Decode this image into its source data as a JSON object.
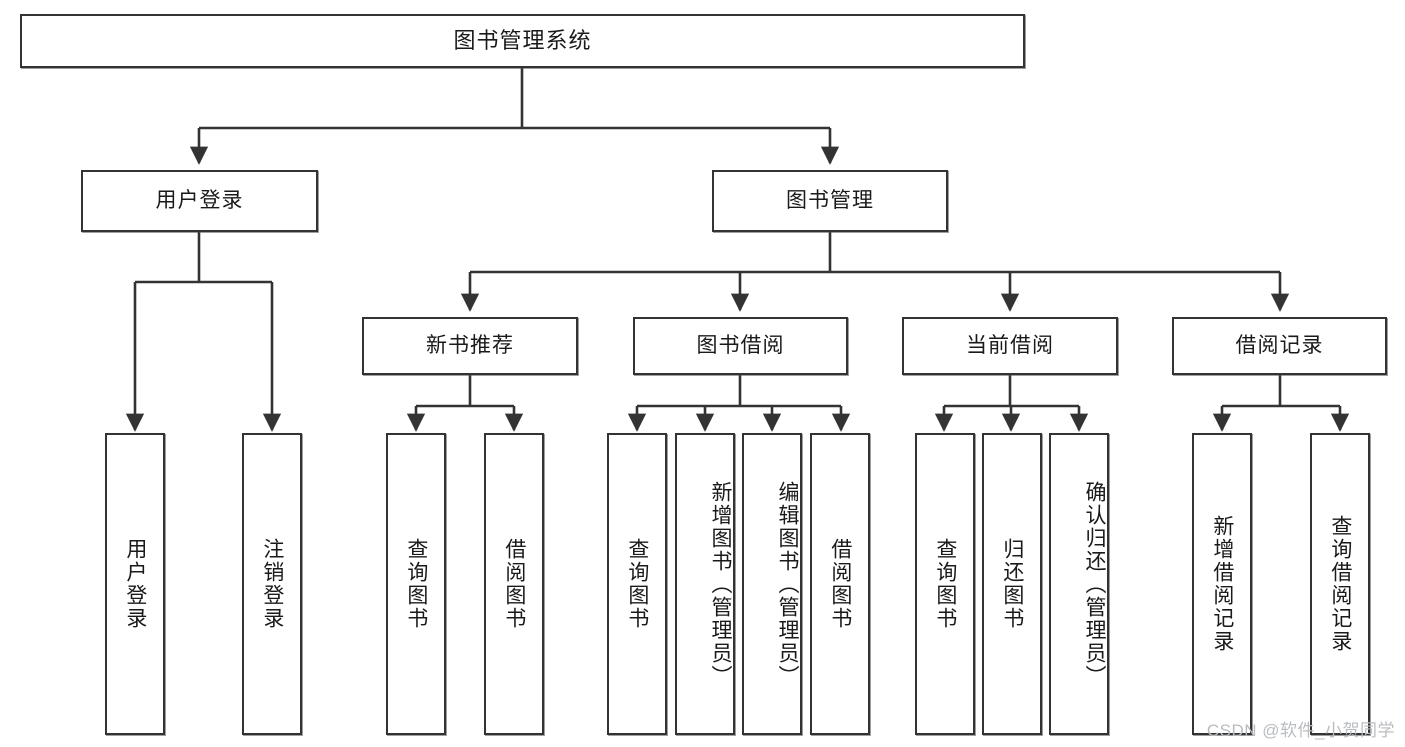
{
  "diagram": {
    "title": "图书管理系统",
    "type": "tree",
    "root": {
      "label": "图书管理系统"
    },
    "level2": [
      {
        "id": "user-login",
        "label": "用户登录"
      },
      {
        "id": "book-management",
        "label": "图书管理"
      }
    ],
    "level3": [
      {
        "id": "new-book-recommend",
        "label": "新书推荐",
        "parent": "book-management"
      },
      {
        "id": "book-borrow",
        "label": "图书借阅",
        "parent": "book-management"
      },
      {
        "id": "current-borrow",
        "label": "当前借阅",
        "parent": "book-management"
      },
      {
        "id": "borrow-record",
        "label": "借阅记录",
        "parent": "book-management"
      }
    ],
    "leaves": {
      "user_login": [
        {
          "id": "leaf-user-login",
          "label": "用户登录"
        },
        {
          "id": "leaf-logout",
          "label": "注销登录"
        }
      ],
      "new_book_recommend": [
        {
          "id": "leaf-query-book-1",
          "label": "查询图书"
        },
        {
          "id": "leaf-borrow-book-1",
          "label": "借阅图书"
        }
      ],
      "book_borrow": [
        {
          "id": "leaf-query-book-2",
          "label": "查询图书"
        },
        {
          "id": "leaf-add-book",
          "label": "新增图书（管理员）"
        },
        {
          "id": "leaf-edit-book",
          "label": "编辑图书（管理员）"
        },
        {
          "id": "leaf-borrow-book-2",
          "label": "借阅图书"
        }
      ],
      "current_borrow": [
        {
          "id": "leaf-query-book-3",
          "label": "查询图书"
        },
        {
          "id": "leaf-return-book",
          "label": "归还图书"
        },
        {
          "id": "leaf-confirm-return",
          "label": "确认归还（管理员）"
        }
      ],
      "borrow_record": [
        {
          "id": "leaf-add-record",
          "label": "新增借阅记录"
        },
        {
          "id": "leaf-query-record",
          "label": "查询借阅记录"
        }
      ]
    },
    "watermark": "CSDN @软件_小贺同学",
    "colors": {
      "stroke": "#333333",
      "fill": "#ffffff",
      "text": "#1a1a1a",
      "watermark": "#b9bcc0"
    }
  }
}
